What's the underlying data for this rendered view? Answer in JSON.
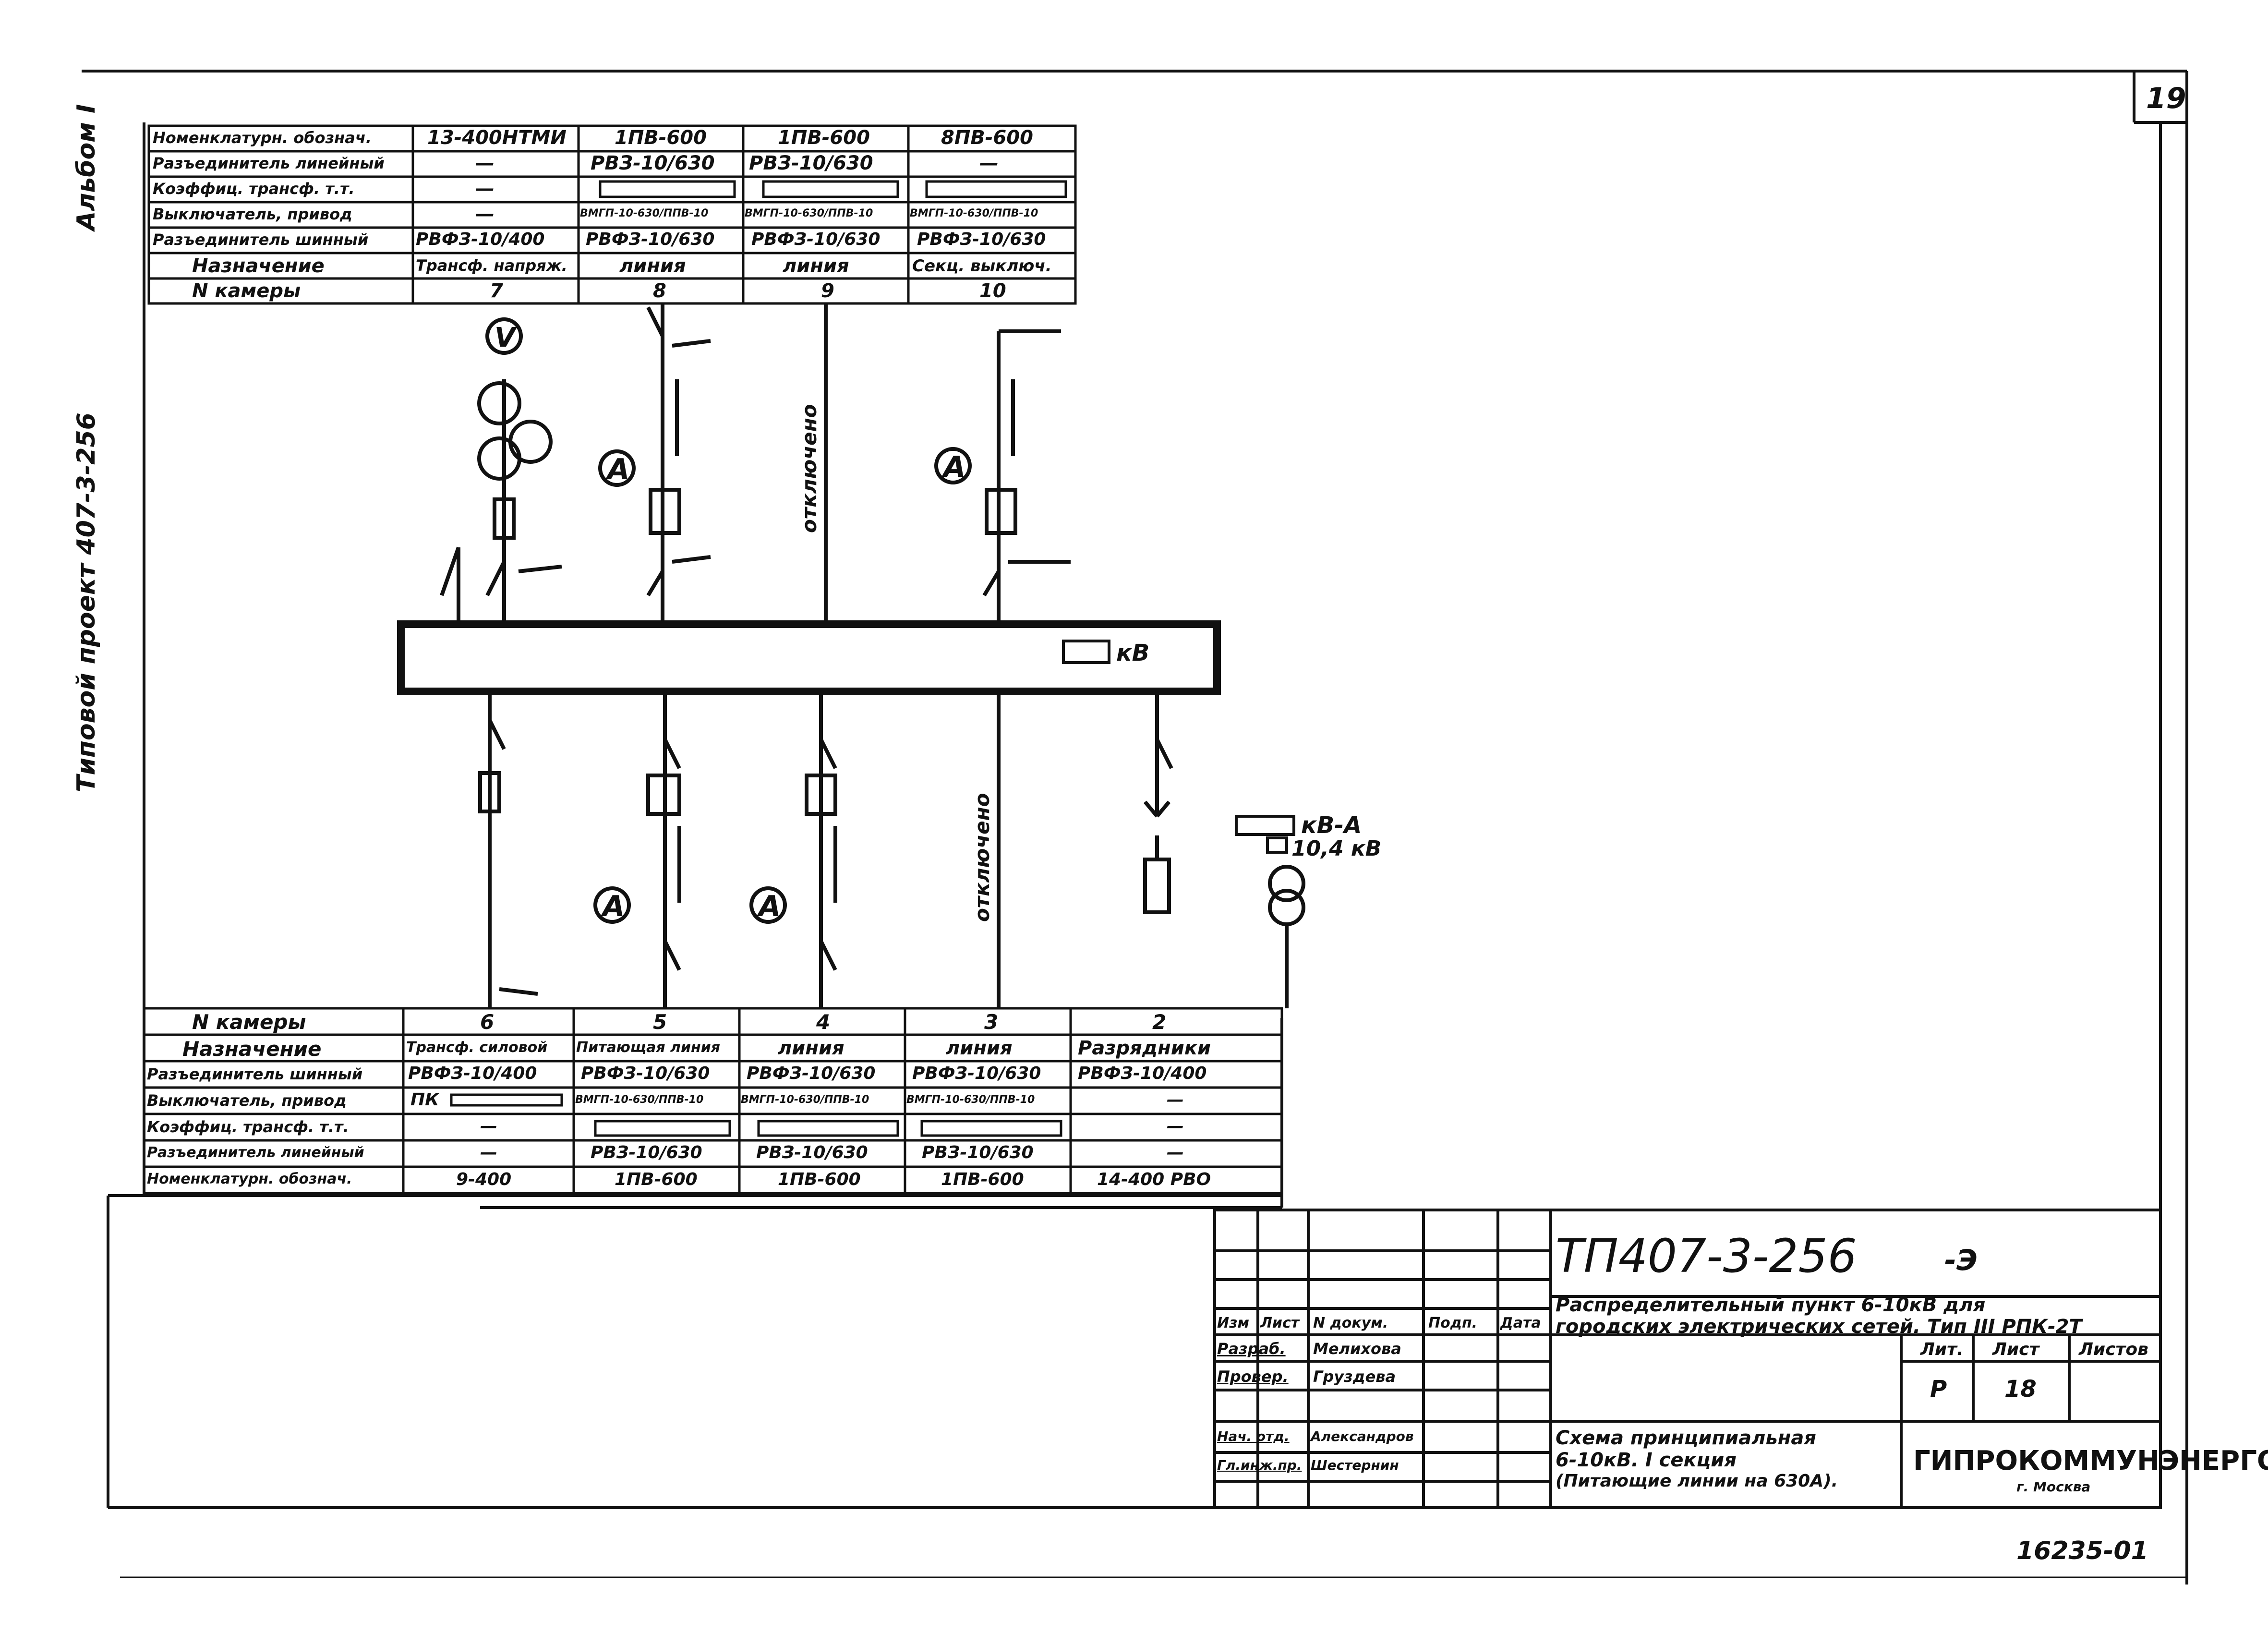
{
  "sheet": {
    "page_number": "19",
    "side_labels": [
      "Альбом I",
      "Типовой проект 407-3-256"
    ],
    "footer_code": "16235-01"
  },
  "top_table": {
    "rows": [
      {
        "label": "Номенклатурн. обознач.",
        "cells": [
          "13-400НТМИ",
          "1ПВ-600",
          "1ПВ-600",
          "8ПВ-600"
        ]
      },
      {
        "label": "Разъединитель линейный",
        "cells": [
          "—",
          "РВЗ-10/630",
          "РВЗ-10/630",
          "—"
        ]
      },
      {
        "label": "Коэффиц. трансф. т.т.",
        "cells": [
          "—",
          "",
          "",
          ""
        ]
      },
      {
        "label": "Выключатель, привод",
        "cells": [
          "—",
          "ВМГП-10-630/ППВ-10",
          "ВМГП-10-630/ППВ-10",
          "ВМГП-10-630/ППВ-10"
        ]
      },
      {
        "label": "Разъединитель шинный",
        "cells": [
          "РВФЗ-10/400",
          "РВФЗ-10/630",
          "РВФЗ-10/630",
          "РВФЗ-10/630"
        ]
      },
      {
        "label": "Назначение",
        "cells": [
          "Трансф. напряж.",
          "линия",
          "линия",
          "Секц. выключ."
        ]
      },
      {
        "label": "N камеры",
        "cells": [
          "7",
          "8",
          "9",
          "10"
        ]
      }
    ]
  },
  "bottom_table": {
    "rows": [
      {
        "label": "N камеры",
        "cells": [
          "6",
          "5",
          "4",
          "3",
          "2"
        ]
      },
      {
        "label": "Назначение",
        "cells": [
          "Трансф. силовой",
          "Питающая линия",
          "линия",
          "линия",
          "Разрядники"
        ]
      },
      {
        "label": "Разъединитель шинный",
        "cells": [
          "РВФЗ-10/400",
          "РВФЗ-10/630",
          "РВФЗ-10/630",
          "РВФЗ-10/630",
          "РВФЗ-10/400"
        ]
      },
      {
        "label": "Выключатель, привод",
        "cells": [
          "ПК",
          "ВМГП-10-630/ППВ-10",
          "ВМГП-10-630/ППВ-10",
          "ВМГП-10-630/ППВ-10",
          "—"
        ]
      },
      {
        "label": "Коэффиц. трансф. т.т.",
        "cells": [
          "—",
          "",
          "",
          "",
          "—"
        ]
      },
      {
        "label": "Разъединитель линейный",
        "cells": [
          "—",
          "РВЗ-10/630",
          "РВЗ-10/630",
          "РВЗ-10/630",
          "—"
        ]
      },
      {
        "label": "Номенклатурн. обознач.",
        "cells": [
          "9-400",
          "1ПВ-600",
          "1ПВ-600",
          "1ПВ-600",
          "14-400 РВО"
        ]
      }
    ]
  },
  "diagram": {
    "bus_label": "кВ",
    "reserve_label": "отключено",
    "ammeter_symbol": "A",
    "voltmeter_symbol": "V",
    "transformer_labels": [
      "кВ-А",
      "10,4 кВ"
    ]
  },
  "title_block": {
    "doc_code": "ТП407-3-256",
    "doc_suffix": "-Э",
    "description_line1": "Распределительный пункт 6-10кВ для",
    "description_line2": "городских электрических сетей. Тип III РПК-2Т",
    "revision_headers": [
      "Изм",
      "Лист",
      "N докум.",
      "Подп.",
      "Дата"
    ],
    "signatures": [
      {
        "role": "Разраб.",
        "name": "Мелихова"
      },
      {
        "role": "Провер.",
        "name": "Груздева"
      },
      {
        "role": "Нач. отд.",
        "name": "Александров"
      },
      {
        "role": "Гл.инж.пр.",
        "name": "Шестернин"
      }
    ],
    "sheet_headers": [
      "Лит.",
      "Лист",
      "Листов"
    ],
    "sheet_values": [
      "Р",
      "18",
      ""
    ],
    "drawing_title": [
      "Схема принципиальная",
      "6-10кВ. I секция",
      "(Питающие линии на 630А)."
    ],
    "organization": "ГИПРОКОММУНЭНЕРГО",
    "organization_city": "г. Москва"
  }
}
